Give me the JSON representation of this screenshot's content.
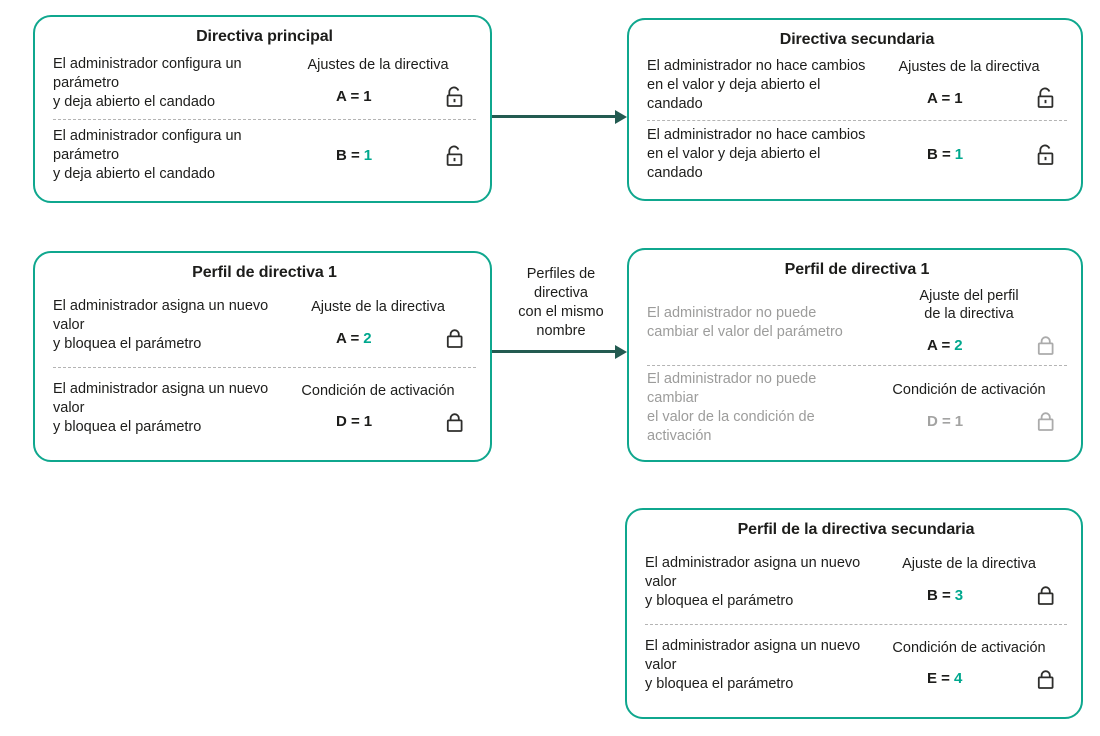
{
  "palette": {
    "card_border_teal": "#0fa78e",
    "accent_teal": "#00a88e",
    "arrow_dark_teal": "#235b51",
    "text_dark": "#1d1d1b",
    "text_muted_gray": "#9c9c9b"
  },
  "icons": {
    "open_lock": "unlocked-padlock",
    "closed_lock": "locked-padlock"
  },
  "arrows": {
    "profiles_label": "Perfiles de\ndirectiva\ncon el mismo\nnombre"
  },
  "boxes": {
    "main_policy": {
      "title": "Directiva principal",
      "rows": [
        {
          "subtitle": "Ajustes de la directiva",
          "description": "El administrador configura un\nparámetro\ny deja abierto el candado",
          "value_label": "A =",
          "value_number": "1"
        },
        {
          "description": "El administrador configura un\nparámetro\ny deja abierto el candado",
          "value_label": "B =",
          "value_number": "1"
        }
      ]
    },
    "secondary_policy": {
      "title": "Directiva secundaria",
      "rows": [
        {
          "subtitle": "Ajustes de la directiva",
          "description": "El administrador no hace cambios\nen el valor y deja abierto el candado",
          "value_label": "A =",
          "value_number": "1"
        },
        {
          "description": "El administrador no hace cambios\nen el valor y deja abierto el candado",
          "value_label": "B =",
          "value_number": "1"
        }
      ]
    },
    "policy_profile_1": {
      "title": "Perfil de directiva 1",
      "rows": [
        {
          "subtitle": "Ajuste de la directiva",
          "description": "El administrador asigna un nuevo\nvalor\ny bloquea el parámetro",
          "value_label": "A =",
          "value_number": "2"
        },
        {
          "subtitle": "Condición de activación",
          "description": "El administrador asigna un nuevo\nvalor\ny bloquea el parámetro",
          "value_label": "D =",
          "value_number": "1"
        }
      ]
    },
    "policy_profile_1_applied": {
      "title": "Perfil de directiva 1",
      "rows": [
        {
          "subtitle": "Ajuste del perfil\nde la directiva",
          "description": "El administrador no puede\ncambiar el valor del parámetro",
          "value_label": "A =",
          "value_number": "2"
        },
        {
          "subtitle": "Condición de activación",
          "description": "El administrador no puede cambiar\nel valor de la condición de\nactivación",
          "value_label": "D =",
          "value_number": "1"
        }
      ]
    },
    "secondary_policy_profile": {
      "title": "Perfil de la directiva secundaria",
      "rows": [
        {
          "subtitle": "Ajuste de la directiva",
          "description": "El administrador asigna un nuevo\nvalor\ny bloquea el parámetro",
          "value_label": "B =",
          "value_number": "3"
        },
        {
          "subtitle": "Condición de activación",
          "description": "El administrador asigna un nuevo\nvalor\ny bloquea el parámetro",
          "value_label": "E =",
          "value_number": "4"
        }
      ]
    }
  }
}
